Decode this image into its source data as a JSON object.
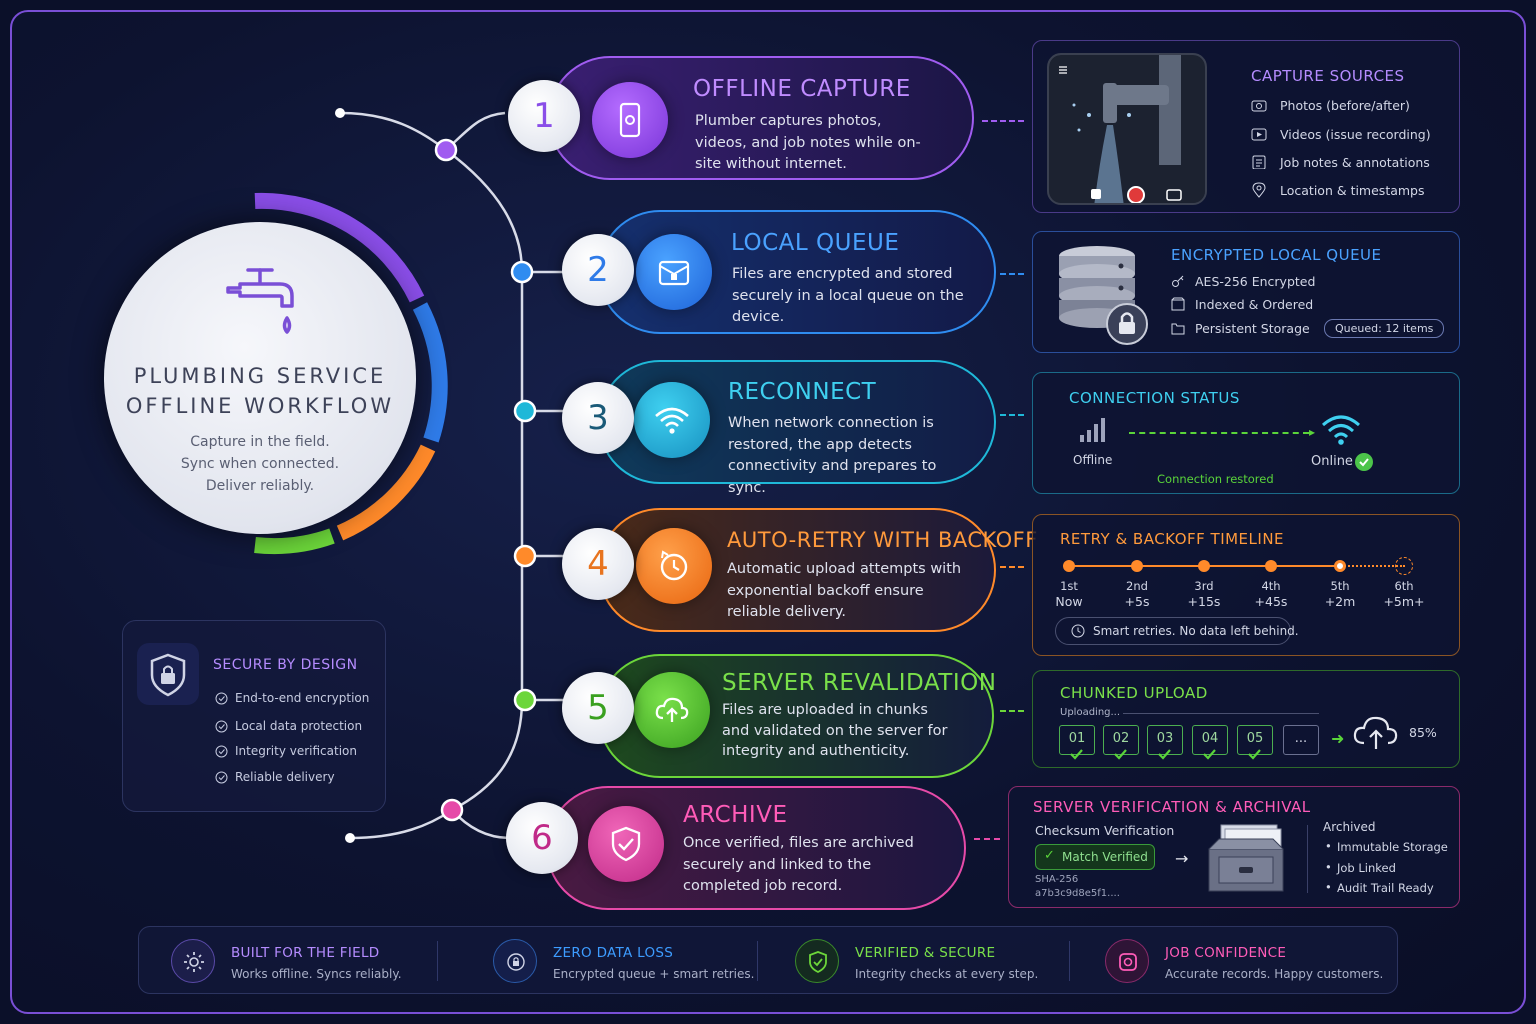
{
  "hero": {
    "title_line1": "PLUMBING SERVICE",
    "title_line2": "OFFLINE WORKFLOW",
    "sub1": "Capture in the field.",
    "sub2": "Sync when connected.",
    "sub3": "Deliver reliably.",
    "icon": "faucet-icon"
  },
  "secure": {
    "title": "SECURE BY DESIGN",
    "items": [
      "End-to-end encryption",
      "Local data protection",
      "Integrity verification",
      "Reliable delivery"
    ]
  },
  "steps": [
    {
      "num": "1",
      "title": "OFFLINE CAPTURE",
      "desc": "Plumber captures photos, videos, and job notes while on-site without internet.",
      "color": "#a05cf0",
      "icon": "camera-phone-icon"
    },
    {
      "num": "2",
      "title": "LOCAL QUEUE",
      "desc": "Files are encrypted and stored securely in a local queue on the device.",
      "color": "#2f8cf0",
      "icon": "secure-folder-icon"
    },
    {
      "num": "3",
      "title": "RECONNECT",
      "desc": "When network connection is restored, the app detects connectivity and prepares to sync.",
      "color": "#1fb8d8",
      "icon": "wifi-icon"
    },
    {
      "num": "4",
      "title": "AUTO-RETRY WITH BACKOFF",
      "desc": "Automatic upload attempts with exponential backoff ensure reliable delivery.",
      "color": "#ff8a2a",
      "icon": "retry-clock-icon"
    },
    {
      "num": "5",
      "title": "SERVER REVALIDATION",
      "desc": "Files are uploaded in chunks and validated on the server for integrity and authenticity.",
      "color": "#6cd63a",
      "icon": "cloud-upload-icon"
    },
    {
      "num": "6",
      "title": "ARCHIVE",
      "desc": "Once verified, files are archived securely and linked to the completed job record.",
      "color": "#e64aa8",
      "icon": "shield-check-icon"
    }
  ],
  "capture_sources": {
    "title": "CAPTURE SOURCES",
    "items": [
      "Photos (before/after)",
      "Videos (issue recording)",
      "Job notes & annotations",
      "Location & timestamps"
    ]
  },
  "local_queue": {
    "title": "ENCRYPTED LOCAL QUEUE",
    "items": [
      "AES-256 Encrypted",
      "Indexed & Ordered",
      "Persistent Storage"
    ],
    "badge": "Queued: 12 items"
  },
  "connection": {
    "title": "CONNECTION STATUS",
    "offline": "Offline",
    "online": "Online",
    "restored": "Connection restored"
  },
  "retry": {
    "title": "RETRY & BACKOFF TIMELINE",
    "attempts": [
      {
        "ord": "1st",
        "delay": "Now"
      },
      {
        "ord": "2nd",
        "delay": "+5s"
      },
      {
        "ord": "3rd",
        "delay": "+15s"
      },
      {
        "ord": "4th",
        "delay": "+45s"
      },
      {
        "ord": "5th",
        "delay": "+2m"
      },
      {
        "ord": "6th",
        "delay": "+5m+"
      }
    ],
    "note": "Smart retries. No data left behind."
  },
  "chunked": {
    "title": "CHUNKED UPLOAD",
    "status": "Uploading...",
    "chunks": [
      "01",
      "02",
      "03",
      "04",
      "05",
      "..."
    ],
    "progress": "85%"
  },
  "archive_panel": {
    "title": "SERVER VERIFICATION & ARCHIVAL",
    "checksum_label": "Checksum Verification",
    "match": "Match Verified",
    "algo": "SHA-256",
    "hash": "a7b3c9d8e5f1....",
    "archived_label": "Archived",
    "items": [
      "Immutable Storage",
      "Job Linked",
      "Audit Trail Ready"
    ]
  },
  "footer": [
    {
      "title": "BUILT FOR THE FIELD",
      "sub": "Works offline. Syncs reliably.",
      "color": "#b58cff",
      "icon": "gear-icon"
    },
    {
      "title": "ZERO DATA LOSS",
      "sub": "Encrypted queue + smart retries.",
      "color": "#3d9cff",
      "icon": "lock-icon"
    },
    {
      "title": "VERIFIED & SECURE",
      "sub": "Integrity checks at every step.",
      "color": "#6cd63a",
      "icon": "shield-check-icon"
    },
    {
      "title": "JOB CONFIDENCE",
      "sub": "Accurate records. Happy customers.",
      "color": "#e64aa8",
      "icon": "camera-icon"
    }
  ]
}
